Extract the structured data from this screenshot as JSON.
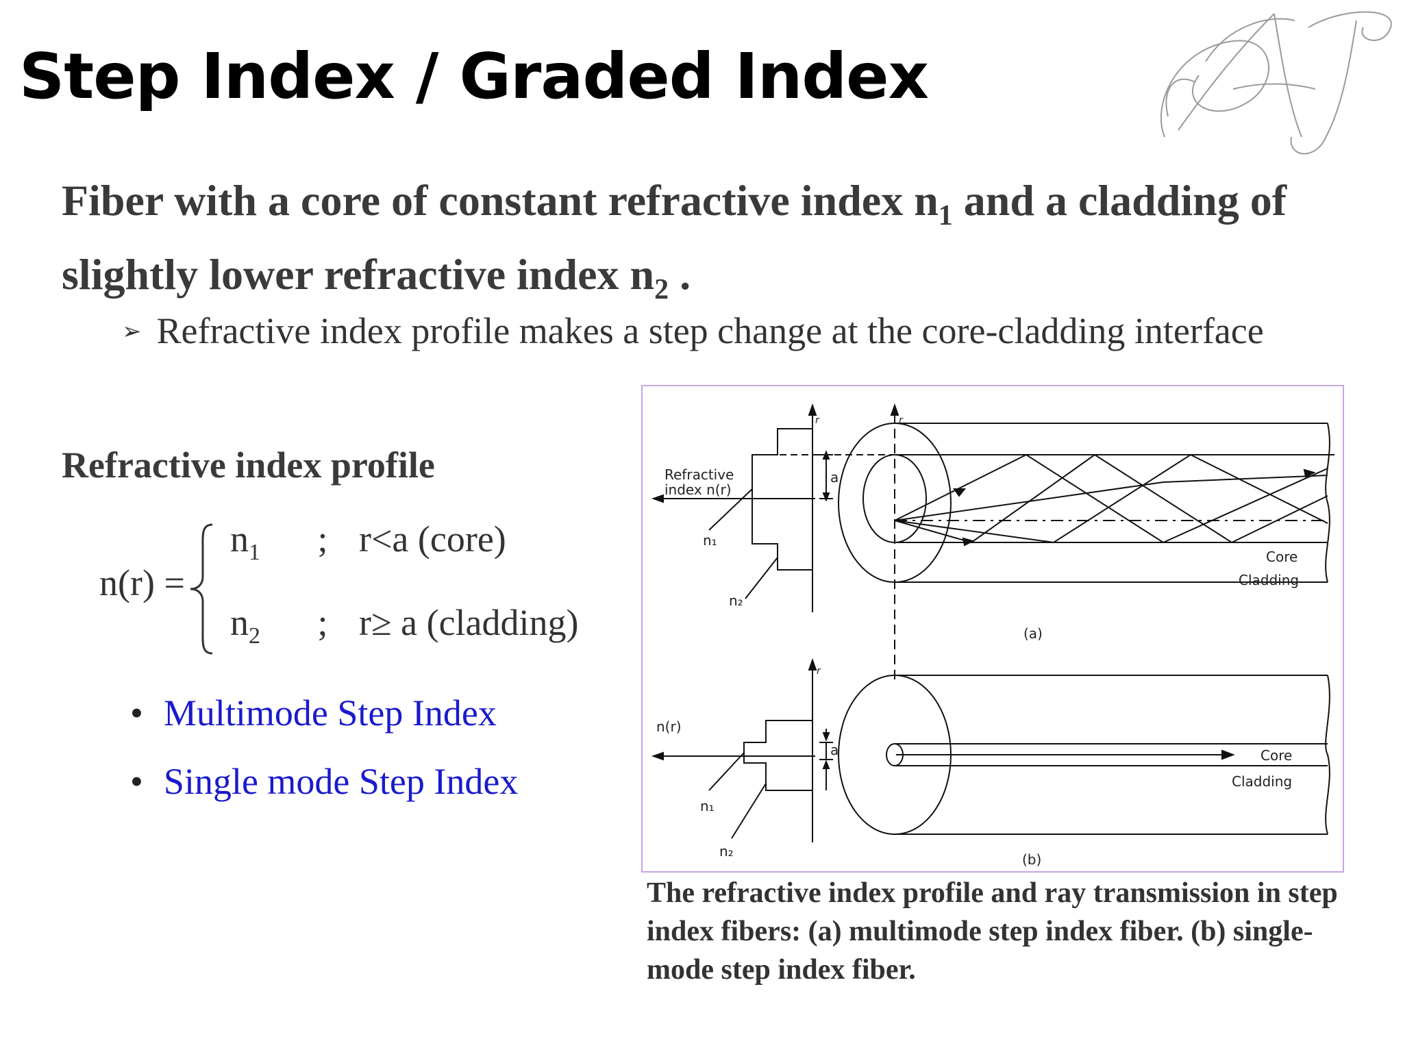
{
  "title": "Step Index / Graded Index",
  "logo_text": "AJ",
  "intro": {
    "part1": "Fiber with a core of constant refractive index n",
    "sub1": "1",
    "part2": " and a cladding of slightly lower refractive index n",
    "sub2": "2",
    "part3": " ."
  },
  "bullet": "Refractive index profile makes a step change at the core-cladding interface",
  "profile_heading": "Refractive index profile",
  "equation": {
    "lhs": "n(r) =",
    "row1": {
      "n": "n",
      "sub": "1",
      "semi": ";",
      "cond": "r<a  (core)"
    },
    "row2": {
      "n": "n",
      "sub": "2",
      "semi": ";",
      "cond": "r≥ a  (cladding)"
    }
  },
  "modes": [
    "Multimode Step Index",
    "Single mode Step Index"
  ],
  "figure": {
    "a": {
      "axis_r": "r",
      "axis_label_line1": "Refractive",
      "axis_label_line2": "index n(r)",
      "radius": "a",
      "n1": "n₁",
      "n2": "n₂",
      "core": "Core",
      "cladding": "Cladding",
      "panel": "(a)"
    },
    "b": {
      "axis_r": "r",
      "axis_label": "n(r)",
      "radius": "a",
      "n1": "n₁",
      "n2": "n₂",
      "core": "Core",
      "cladding": "Cladding",
      "panel": "(b)"
    }
  },
  "caption": "The refractive index profile and ray transmission in step index fibers: (a) multimode step index fiber. (b) single-mode step index fiber."
}
